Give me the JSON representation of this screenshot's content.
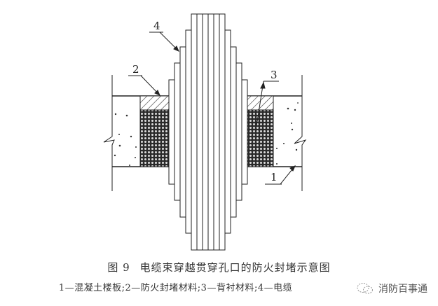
{
  "figure": {
    "number": "图 9",
    "title": "电缆束穿越贯穿孔口的防火封堵示意图",
    "legend": "1—混凝土楼板;2—防火封堵材料;3—背衬材料;4—电缆"
  },
  "callouts": [
    {
      "id": "1",
      "label": "1",
      "target": "混凝土楼板"
    },
    {
      "id": "2",
      "label": "2",
      "target": "防火封堵材料"
    },
    {
      "id": "3",
      "label": "3",
      "target": "背衬材料"
    },
    {
      "id": "4",
      "label": "4",
      "target": "电缆"
    }
  ],
  "watermark": {
    "text": "消防百事通",
    "icon": "wechat-icon"
  },
  "colors": {
    "line": "#222222",
    "background": "#ffffff",
    "backing_fill": "#2a2a2a"
  }
}
